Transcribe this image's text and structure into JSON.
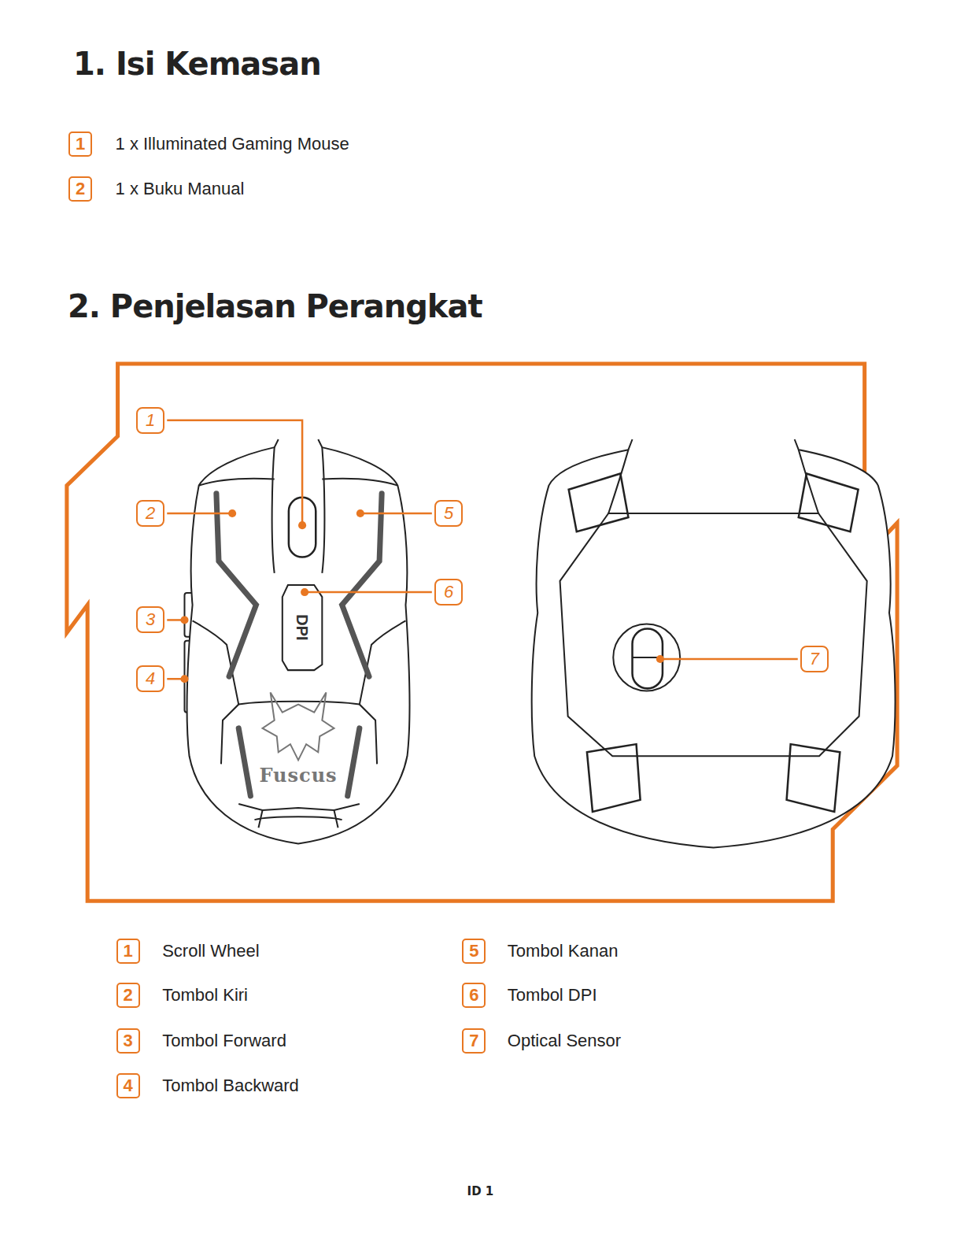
{
  "diagram": {
    "title": "1. Isi Kemasan",
    "labels": [
      "1",
      "1 x Illuminated Gaming Mouse",
      "2",
      "1 x Buku Manual",
      "2. Penjelasan Perangkat",
      "1",
      "2",
      "3",
      "4",
      "5",
      "6",
      "7",
      "DPI",
      "Fuscus",
      "1",
      "Scroll Wheel",
      "2",
      "Tombol Kiri",
      "3",
      "Tombol Forward",
      "4",
      "Tombol Backward",
      "5",
      "Tombol Kanan",
      "6",
      "Tombol DPI",
      "7",
      "Optical Sensor",
      "ID 1"
    ]
  }
}
